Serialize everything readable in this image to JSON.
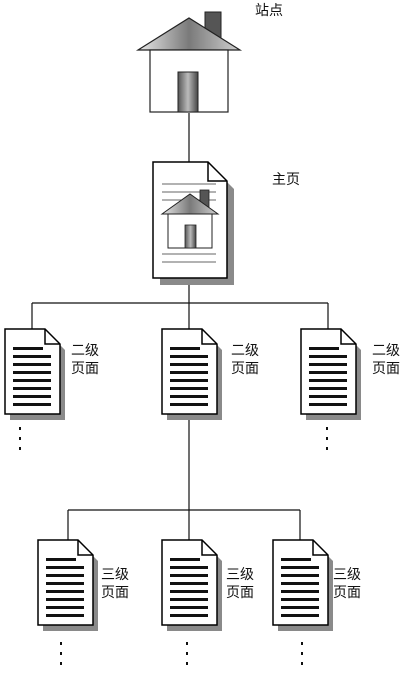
{
  "site_label": "站点",
  "home_label": "主页",
  "level2": {
    "line1": "二级",
    "line2": "页面"
  },
  "level3": {
    "line1": "三级",
    "line2": "页面"
  }
}
